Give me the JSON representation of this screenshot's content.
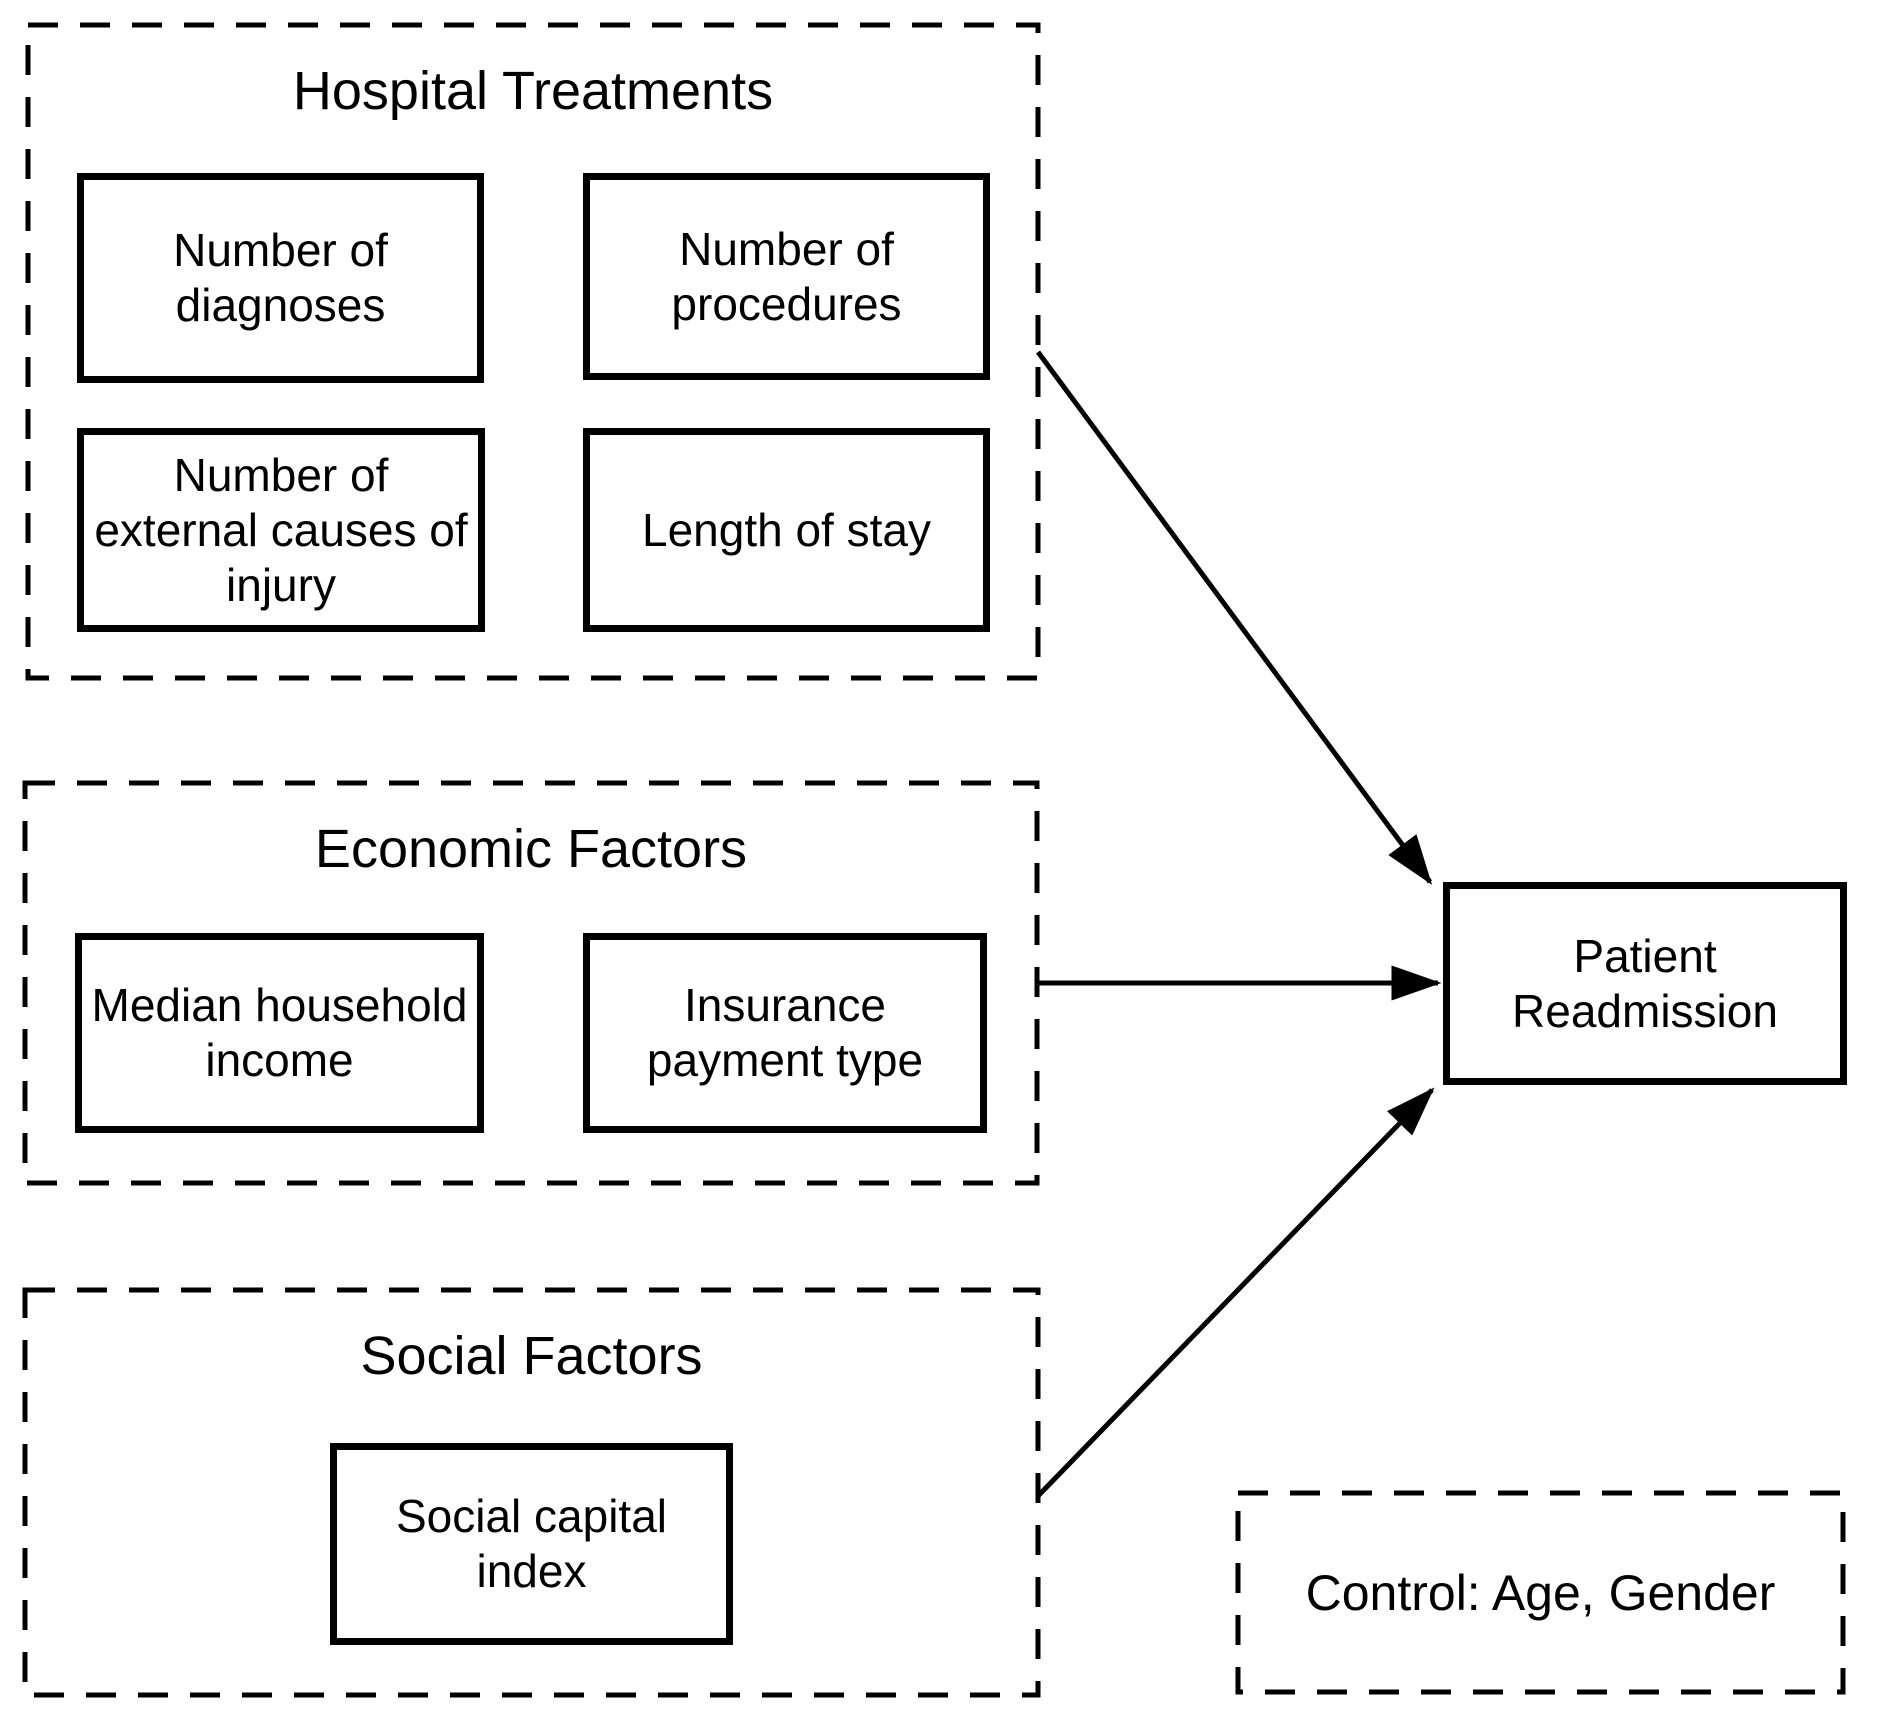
{
  "figure": {
    "colors": {
      "ink": "#000000",
      "background": "#ffffff"
    },
    "groups": [
      {
        "title": "Hospital Treatments",
        "items": [
          {
            "label": "Number of\ndiagnoses"
          },
          {
            "label": "Number of\nprocedures"
          },
          {
            "label": "Number of\nexternal causes of\ninjury"
          },
          {
            "label": "Length of stay"
          }
        ]
      },
      {
        "title": "Economic Factors",
        "items": [
          {
            "label": "Median household\nincome"
          },
          {
            "label": "Insurance\npayment type"
          }
        ]
      },
      {
        "title": "Social Factors",
        "items": [
          {
            "label": "Social capital\nindex"
          }
        ]
      }
    ],
    "outcome": {
      "label": "Patient\nReadmission"
    },
    "control": {
      "label": "Control: Age, Gender"
    }
  }
}
